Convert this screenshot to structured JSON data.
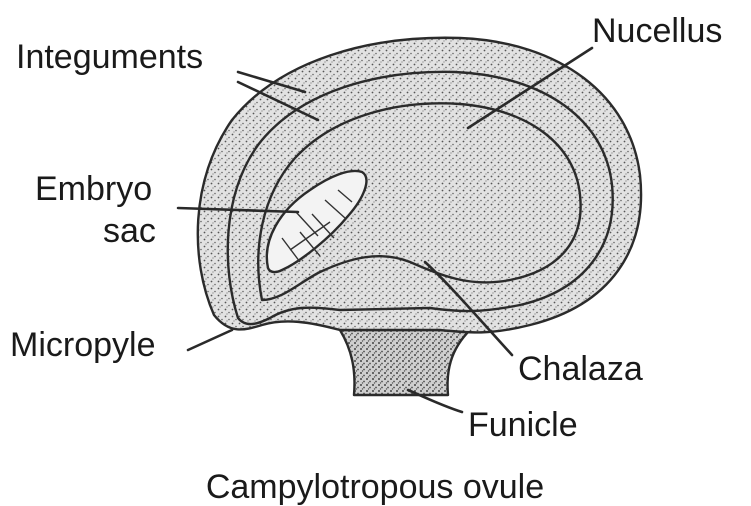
{
  "labels": {
    "integuments": "Integuments",
    "nucellus": "Nucellus",
    "embryo_line1": "Embryo",
    "embryo_line2": "sac",
    "micropyle": "Micropyle",
    "chalaza": "Chalaza",
    "funicle": "Funicle"
  },
  "caption": "Campylotropous ovule",
  "colors": {
    "ink": "#2b2b2b",
    "tissue": "#d9d9d9",
    "tissue_dark": "#bdbdbd",
    "background": "#ffffff"
  }
}
